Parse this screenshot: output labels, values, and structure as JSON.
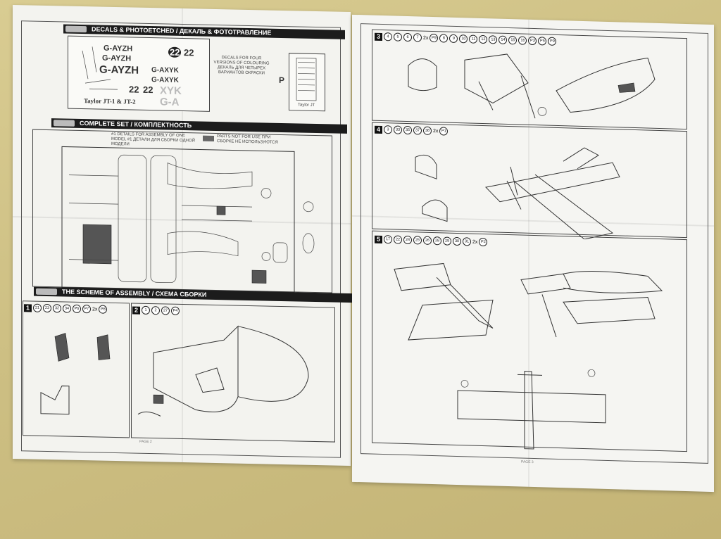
{
  "left_page": {
    "decals_header": "DECALS & PHOTOETCHED / ДЕКАЛЬ & ФОТОТРАВЛЕНИЕ",
    "complete_set_header": "COMPLETE SET / КОМПЛЕКТНОСТЬ",
    "assembly_header": "THE SCHEME OF ASSEMBLY / СХЕМА СБОРКИ",
    "registrations": [
      "G-AYZH",
      "G-AYZH",
      "G-AYZH",
      "G-AXYK",
      "G-AXYK",
      "XYK",
      "G-A"
    ],
    "numbers": [
      "22",
      "22",
      "22",
      "22"
    ],
    "model_name": "Taylor JT-1 & JT-2",
    "decal_note": "DECALS FOR FOUR VERSIONS OF COLOURING ДЕКАЛЬ ДЛЯ ЧЕТЫРЕХ ВАРИАНТОВ ОКРАСКИ",
    "pe_letter": "P",
    "pe_caption": "Taylor JT",
    "set_note": "#1 DETAILS FOR ASSEMBLY OF ONE MODEL #1 ДЕТАЛИ ДЛЯ СБОРКИ ОДНОЙ МОДЕЛИ",
    "not_used_note": "PARTS NOT FOR USE ПРИ СБОРКЕ НЕ ИСПОЛЬЗУЮТСЯ",
    "step1_label": "1",
    "step1_parts": [
      "21",
      "23",
      "32",
      "34",
      "P6",
      "P7",
      "P8"
    ],
    "step1_mult": "2x",
    "step1_tail": "P8",
    "step2_label": "2",
    "step2_parts": [
      "1",
      "2",
      "27",
      "P4"
    ],
    "page_label": "PAGE 2"
  },
  "right_page": {
    "step3_label": "3",
    "step3_parts": [
      "4",
      "5",
      "6",
      "7"
    ],
    "step3_mult": "2x",
    "step3_parts2": [
      "P9",
      "8",
      "9",
      "10",
      "11",
      "12",
      "13",
      "14",
      "15",
      "16",
      "P3",
      "P5",
      "P9"
    ],
    "step4_label": "4",
    "step4_parts": [
      "3",
      "33",
      "35",
      "37",
      "38"
    ],
    "step4_mult": "2x",
    "step4_tail": "P1",
    "step5_label": "5",
    "step5_parts": [
      "17",
      "22",
      "24",
      "25",
      "26",
      "28",
      "29",
      "30",
      "31"
    ],
    "step5_mult": "2x",
    "step5_tail": "P2",
    "page_label": "PAGE 3"
  }
}
